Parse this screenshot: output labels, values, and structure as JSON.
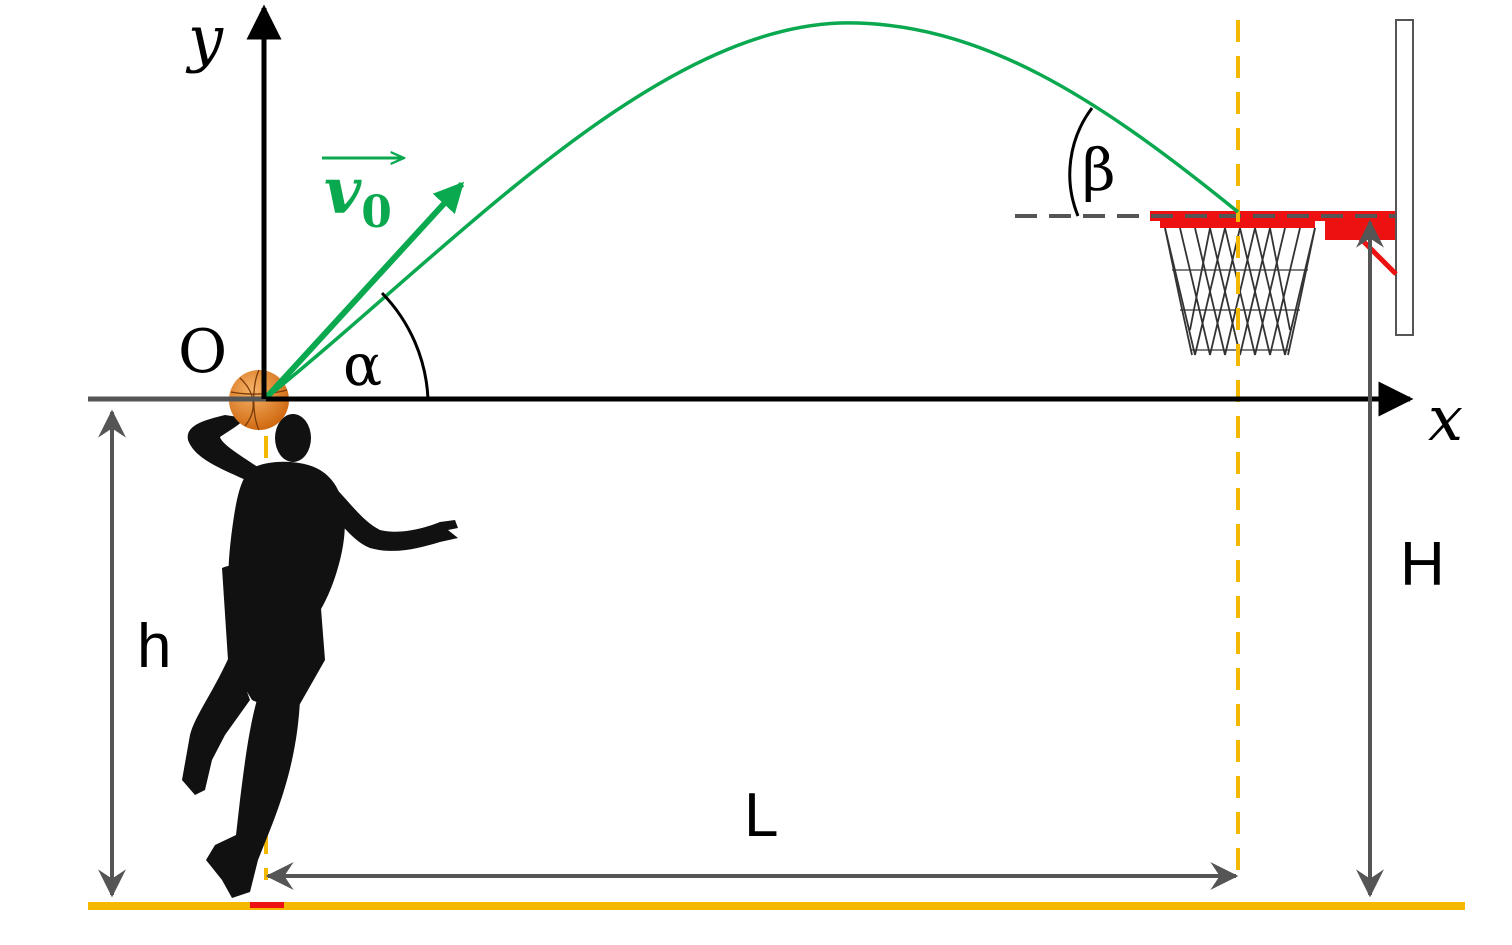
{
  "labels": {
    "y_axis": "y",
    "x_axis": "x",
    "origin": "O",
    "velocity": "v",
    "velocity_sub": "0",
    "launch_angle": "α",
    "entry_angle": "β",
    "release_height": "h",
    "hoop_height": "H",
    "distance": "L"
  },
  "colors": {
    "axis": "#000000",
    "trajectory": "#0aa84f",
    "velocity": "#0aa84f",
    "guide": "#f5b800",
    "dimension": "#555555",
    "floor": "#f5b800",
    "rim": "#ee1111",
    "ball": "#e88a2a",
    "silhouette": "#111111"
  }
}
